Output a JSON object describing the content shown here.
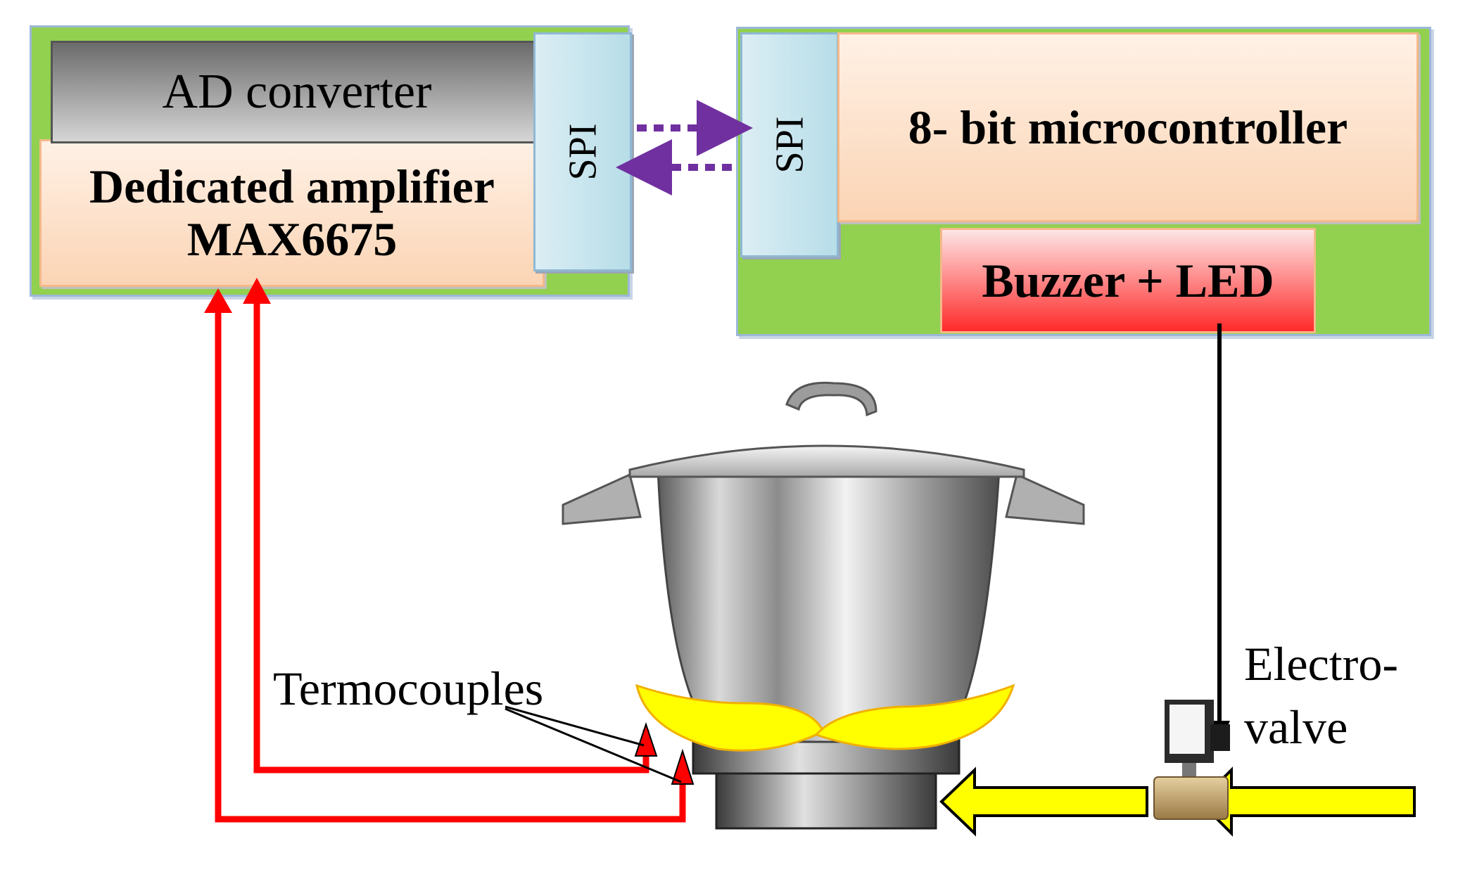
{
  "blocks": {
    "ad_converter": "AD converter",
    "amplifier_line1": "Dedicated amplifier",
    "amplifier_line2": "MAX6675",
    "spi_left": "SPI",
    "spi_right": "SPI",
    "microcontroller": "8- bit microcontroller",
    "buzzer_led": "Buzzer + LED"
  },
  "labels": {
    "thermocouples": "Termocouples",
    "electrovalve_line1": "Electro-",
    "electrovalve_line2": "valve"
  },
  "colors": {
    "panel_green": "#92d050",
    "spi_blue": "#b7dde8",
    "wire_red": "#ff0000",
    "spi_arrows": "#7030a0",
    "gas_arrows": "#ffff00",
    "flame": "#ffff00"
  },
  "icons": [
    "cooking-pot-icon",
    "gas-burner-icon",
    "flame-icon",
    "electrovalve-icon"
  ]
}
